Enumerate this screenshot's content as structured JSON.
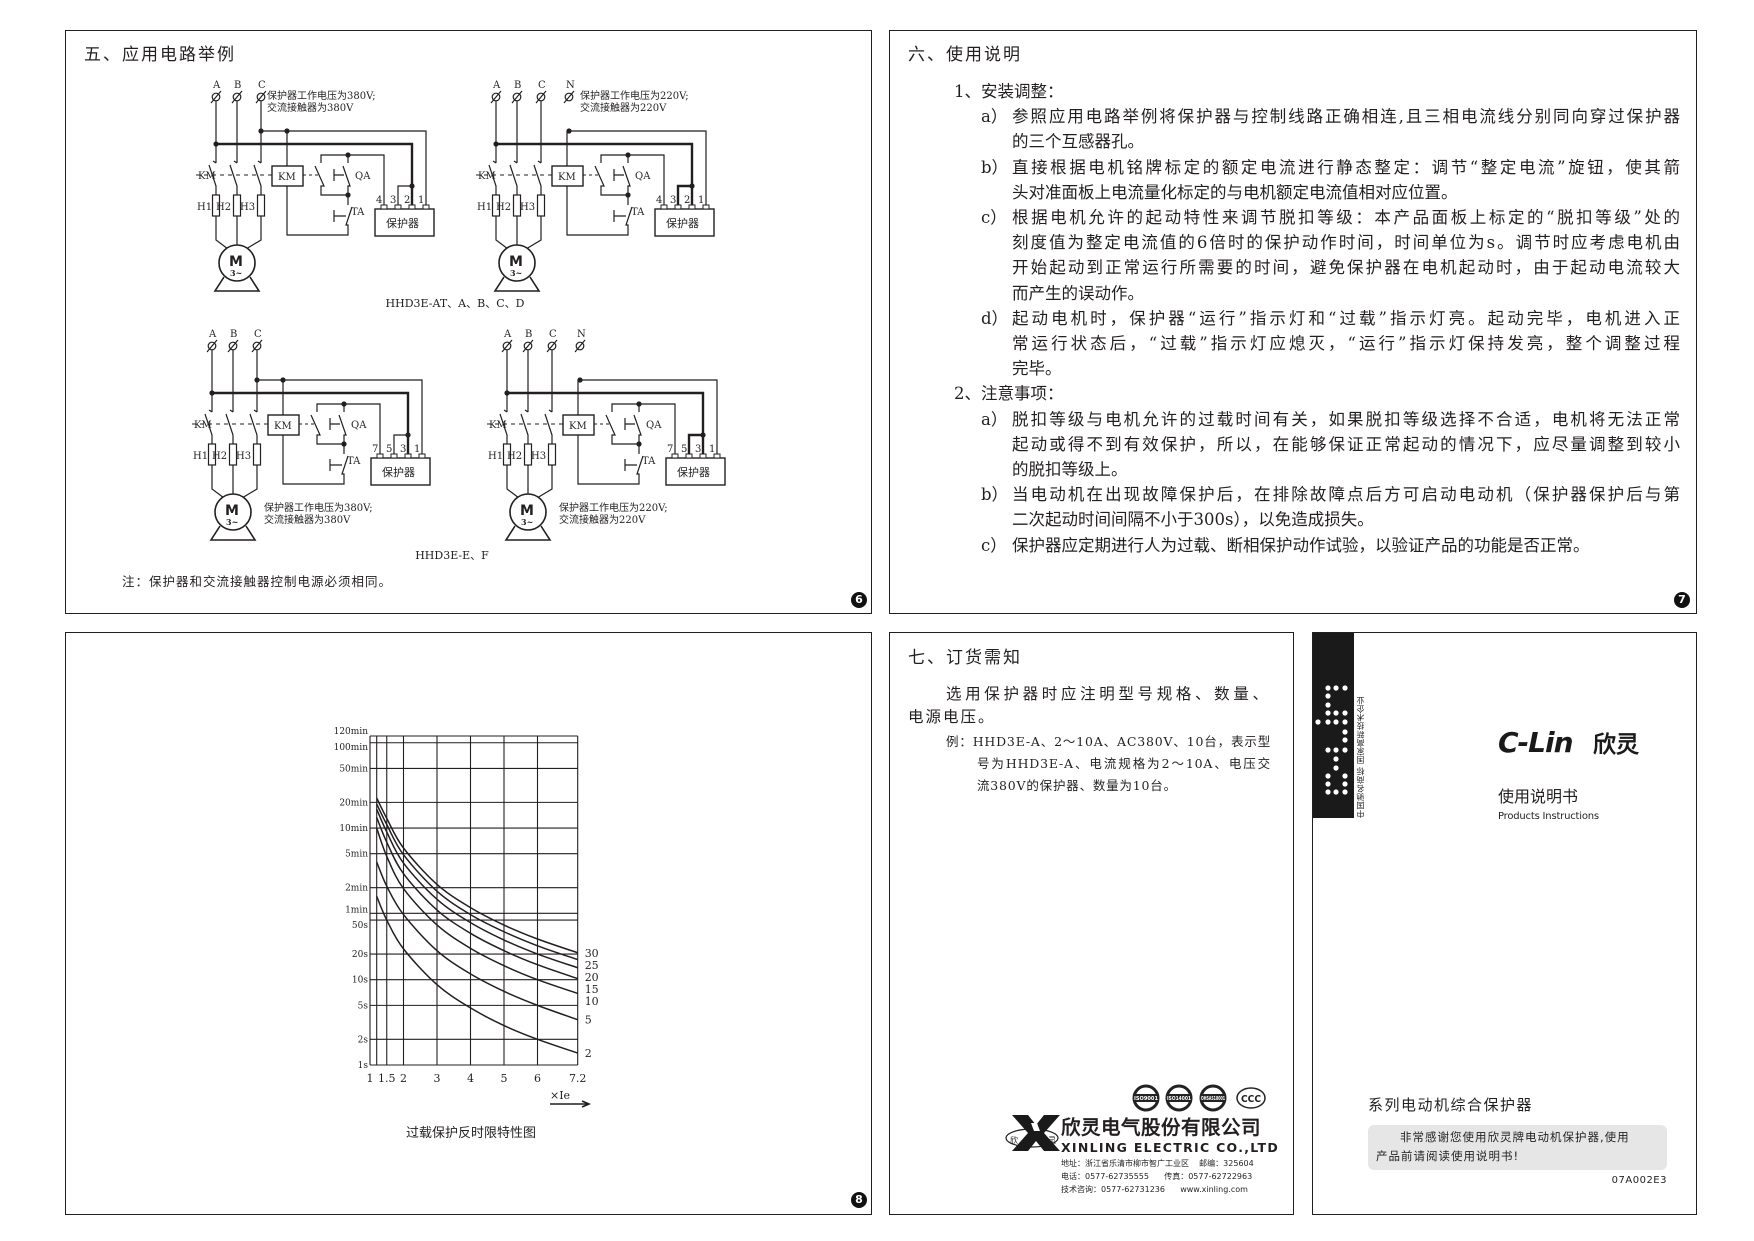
{
  "panel1": {
    "title": "五、应用电路举例",
    "caption_top": "HHD3E-AT、A、B、C、D",
    "caption_bottom": "HHD3E-E、F",
    "note": "注：保护器和交流接触器控制电源必须相同。",
    "page": "6",
    "circuits": [
      {
        "phases": [
          "A",
          "B",
          "C"
        ],
        "note": [
          "保护器工作电压为380V;",
          "交流接触器为380V"
        ],
        "km": "KM",
        "qa": "QA",
        "ta": "TA",
        "h": [
          "H1",
          "H2",
          "H3"
        ],
        "protector": "保护器",
        "terminals": [
          "4",
          "3",
          "2",
          "1"
        ],
        "motor": "M",
        "motor_sub": "3~"
      },
      {
        "phases": [
          "A",
          "B",
          "C",
          "N"
        ],
        "note": [
          "保护器工作电压为220V;",
          "交流接触器为220V"
        ],
        "km": "KM",
        "qa": "QA",
        "ta": "TA",
        "h": [
          "H1",
          "H2",
          "H3"
        ],
        "protector": "保护器",
        "terminals": [
          "4",
          "3",
          "2",
          "1"
        ],
        "motor": "M",
        "motor_sub": "3~"
      },
      {
        "phases": [
          "A",
          "B",
          "C"
        ],
        "note": [
          "保护器工作电压为380V;",
          "交流接触器为380V"
        ],
        "km": "KM",
        "qa": "QA",
        "ta": "TA",
        "h": [
          "H1",
          "H2",
          "H3"
        ],
        "protector": "保护器",
        "terminals": [
          "7",
          "5",
          "3",
          "1"
        ],
        "motor": "M",
        "motor_sub": "3~"
      },
      {
        "phases": [
          "A",
          "B",
          "C",
          "N"
        ],
        "note": [
          "保护器工作电压为220V;",
          "交流接触器为220V"
        ],
        "km": "KM",
        "qa": "QA",
        "ta": "TA",
        "h": [
          "H1",
          "H2",
          "H3"
        ],
        "protector": "保护器",
        "terminals": [
          "7",
          "5",
          "3",
          "1"
        ],
        "motor": "M",
        "motor_sub": "3~"
      }
    ]
  },
  "panel2": {
    "title": "六、使用说明",
    "page": "7",
    "sections": [
      {
        "heading": "1、安装调整：",
        "items": [
          {
            "label": "a）",
            "lines": [
              "参照应用电路举例将保护器与控制线路正确相连,且三相电流线分别同向穿过保护器",
              "的三个互感器孔。"
            ]
          },
          {
            "label": "b）",
            "lines": [
              "直接根据电机铭牌标定的额定电流进行静态整定：调节“整定电流”旋钮，使其箭",
              "头对准面板上电流量化标定的与电机额定电流值相对应位置。"
            ]
          },
          {
            "label": "c）",
            "lines": [
              "根据电机允许的起动特性来调节脱扣等级：本产品面板上标定的“脱扣等级”处的",
              "刻度值为整定电流值的6倍时的保护动作时间，时间单位为s。调节时应考虑电机由",
              "开始起动到正常运行所需要的时间，避免保护器在电机起动时，由于起动电流较大",
              "而产生的误动作。"
            ]
          },
          {
            "label": "d）",
            "lines": [
              "起动电机时，保护器“运行”指示灯和“过载”指示灯亮。起动完毕，电机进入正",
              "常运行状态后，“过载”指示灯应熄灭，“运行”指示灯保持发亮，整个调整过程",
              "完毕。"
            ]
          }
        ]
      },
      {
        "heading": "2、注意事项：",
        "items": [
          {
            "label": "a）",
            "lines": [
              "脱扣等级与电机允许的过载时间有关，如果脱扣等级选择不合适，电机将无法正常",
              "起动或得不到有效保护，所以，在能够保证正常起动的情况下，应尽量调整到较小",
              "的脱扣等级上。"
            ]
          },
          {
            "label": "b）",
            "lines": [
              "当电动机在出现故障保护后，在排除故障点后方可启动电动机（保护器保护后与第",
              "二次起动时间间隔不小于300s），以免造成损失。"
            ]
          },
          {
            "label": "c）",
            "lines": [
              "保护器应定期进行人为过载、断相保护动作试验，以验证产品的功能是否正常。"
            ]
          }
        ]
      }
    ]
  },
  "panel3": {
    "page": "8",
    "caption": "过载保护反时限特性图"
  },
  "chart_data": {
    "type": "line",
    "title": "过载保护反时限特性图",
    "xlabel": "×Ie",
    "ylabel": "",
    "x_scale": "linear",
    "y_scale": "log",
    "xlim": [
      1,
      7.2
    ],
    "ylim_seconds": [
      1,
      7200
    ],
    "x_ticks": [
      {
        "v": 1,
        "label": "1"
      },
      {
        "v": 1.5,
        "label": "1.5"
      },
      {
        "v": 2,
        "label": "2"
      },
      {
        "v": 3,
        "label": "3"
      },
      {
        "v": 4,
        "label": "4"
      },
      {
        "v": 5,
        "label": "5"
      },
      {
        "v": 6,
        "label": "6"
      },
      {
        "v": 7.2,
        "label": "7.2"
      }
    ],
    "x_gridlines": [
      1.2,
      1.5,
      2,
      3,
      4,
      5,
      6,
      7.2
    ],
    "y_ticks": [
      {
        "v": 7200,
        "label": "120min"
      },
      {
        "v": 6000,
        "label": "100min"
      },
      {
        "v": 3000,
        "label": "50min"
      },
      {
        "v": 1200,
        "label": "20min"
      },
      {
        "v": 600,
        "label": "10min"
      },
      {
        "v": 300,
        "label": "5min"
      },
      {
        "v": 120,
        "label": "2min"
      },
      {
        "v": 60,
        "label": "1min"
      },
      {
        "v": 50,
        "label": "50s"
      },
      {
        "v": 20,
        "label": "20s"
      },
      {
        "v": 10,
        "label": "10s"
      },
      {
        "v": 5,
        "label": "5s"
      },
      {
        "v": 2,
        "label": "2s"
      },
      {
        "v": 1,
        "label": "1s"
      }
    ],
    "grid": true,
    "x": [
      1.2,
      1.5,
      2,
      3,
      4,
      5,
      6,
      7.2
    ],
    "series": [
      {
        "name": "30",
        "values": [
          1350,
          780,
          350,
          131,
          70,
          43.7,
          30,
          20.7
        ]
      },
      {
        "name": "25",
        "values": [
          1150,
          660,
          292,
          109,
          58,
          36.5,
          25,
          17.2
        ]
      },
      {
        "name": "20",
        "values": [
          1000,
          540,
          233,
          87.5,
          46.7,
          29.2,
          20,
          13.8
        ]
      },
      {
        "name": "15",
        "values": [
          800,
          410,
          175,
          65.6,
          35,
          21.9,
          15,
          10.3
        ]
      },
      {
        "name": "10",
        "values": [
          600,
          280,
          117,
          43.8,
          23.3,
          14.6,
          10,
          6.9
        ]
      },
      {
        "name": "5",
        "values": [
          240,
          125,
          58,
          21.9,
          11.7,
          7.3,
          5,
          3.4
        ]
      },
      {
        "name": "2",
        "values": [
          95,
          50,
          23,
          8.75,
          4.67,
          2.9,
          2,
          1.38
        ]
      }
    ]
  },
  "panel4": {
    "title": "七、订货需知",
    "body_lines": [
      "选用保护器时应注明型号规格、数量、",
      "电源电压。"
    ],
    "example_lines": [
      "例：HHD3E-A、2～10A、AC380V、10台，表示型",
      "号为HHD3E-A、电流规格为2～10A、电压交",
      "流380V的保护器、数量为10台。"
    ],
    "company_cn": "欣灵电气股份有限公司",
    "company_en": "XINLING ELECTRIC CO.,LTD",
    "emblem_chars": [
      "欣",
      "灵"
    ],
    "address": "地址：浙江省乐清市柳市智广工业区    邮编：325604",
    "phone": "电话：0577-62735555      传真：0577-62722963",
    "tech": "技术咨询：0577-62731236      www.xinling.com",
    "certs": [
      "ISO9001",
      "ISO14001",
      "OHSAS18001",
      "CCC"
    ]
  },
  "panel5": {
    "vertical_text": "中国驰名商标  国家高新技术企业",
    "brand": "C-Lin",
    "brand_cn": "欣灵",
    "manual_cn": "使用说明书",
    "manual_en": "Products Instructions",
    "series_title": "系列电动机综合保护器",
    "thanks_line1": "非常感谢您使用欣灵牌电动机保护器,使用",
    "thanks_line2": "产品前请阅读使用说明书!",
    "code": "07A002E3"
  }
}
